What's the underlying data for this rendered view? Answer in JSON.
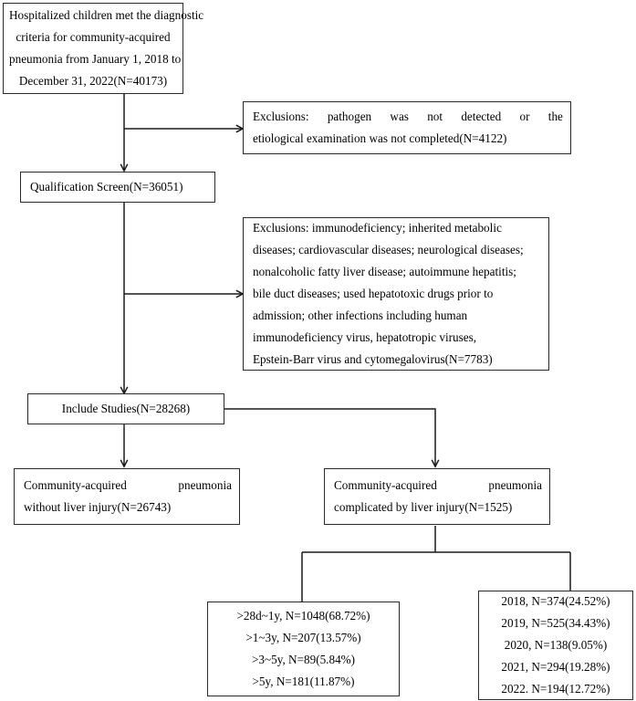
{
  "diagram": {
    "type": "flowchart",
    "title": "Study population selection flow diagram",
    "nodes": {
      "source_population": {
        "lines": [
          "Hospitalized children met the diagnostic",
          "criteria for community-acquired",
          "pneumonia from January 1, 2018 to",
          "December 31, 2022(N=40173)"
        ],
        "count": 40173
      },
      "exclusion_1": {
        "line1_words": [
          "Exclusions:",
          "pathogen",
          "was",
          "not",
          "detected",
          "or",
          "the"
        ],
        "line2": "etiological examination was not completed(N=4122)",
        "count": 4122
      },
      "qualification_screen": {
        "label": "Qualification Screen(N=36051)",
        "count": 36051
      },
      "exclusion_2": {
        "lines": [
          "Exclusions: immunodeficiency; inherited metabolic",
          "diseases; cardiovascular diseases; neurological diseases;",
          "nonalcoholic fatty liver disease; autoimmune hepatitis;",
          "bile duct diseases; used hepatotoxic drugs prior to",
          "admission; other infections including human",
          "immunodeficiency virus, hepatotropic viruses,",
          "Epstein-Barr virus and cytomegalovirus(N=7783)"
        ],
        "count": 7783
      },
      "include_studies": {
        "label": "Include Studies(N=28268)",
        "count": 28268
      },
      "without_liver_injury": {
        "line1_words": [
          "Community-acquired",
          "pneumonia"
        ],
        "line2": "without liver injury(N=26743)",
        "count": 26743
      },
      "with_liver_injury": {
        "line1_words": [
          "Community-acquired",
          "pneumonia"
        ],
        "line2": "complicated by liver injury(N=1525)",
        "count": 1525
      },
      "age_distribution": {
        "rows": [
          ">28d~1y, N=1048(68.72%)",
          ">1~3y, N=207(13.57%)",
          ">3~5y, N=89(5.84%)",
          ">5y, N=181(11.87%)"
        ]
      },
      "year_distribution": {
        "rows": [
          "2018, N=374(24.52%)",
          "2019, N=525(34.43%)",
          "2020, N=138(9.05%)",
          "2021, N=294(19.28%)",
          "2022. N=194(12.72%)"
        ]
      }
    },
    "colors": {
      "stroke": "#1a1a1a",
      "box_border": "#2b2b2b",
      "background": "#ffffff",
      "text": "#000000"
    }
  }
}
